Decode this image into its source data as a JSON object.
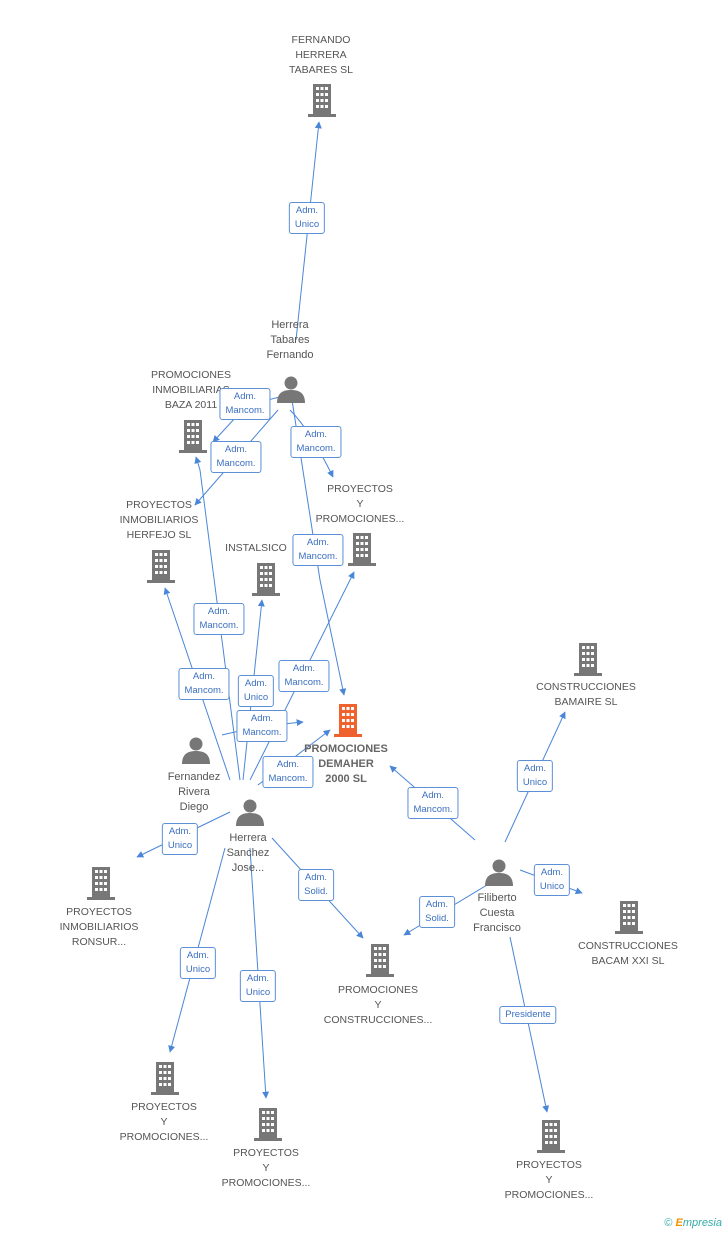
{
  "colors": {
    "edge": "#4a86d8",
    "company": "#777777",
    "main": "#f0622d",
    "person": "#777777"
  },
  "nodes": {
    "fernando_herrera_sl": {
      "label": "FERNANDO\nHERRERA\nTABARES SL",
      "icon": "building-icon"
    },
    "baza": {
      "label": "PROMOCIONES\nINMOBILIARIAS\nBAZA 2011",
      "icon": "building-icon"
    },
    "herfejo": {
      "label": "PROYECTOS\nINMOBILIARIOS\nHERFEJO SL",
      "icon": "building-icon"
    },
    "instalsico": {
      "label": "INSTALSICO",
      "icon": "building-icon"
    },
    "pyp_top": {
      "label": "PROYECTOS\nY\nPROMOCIONES...",
      "icon": "building-icon"
    },
    "demaher": {
      "label": "PROMOCIONES\nDEMAHER\n2000 SL",
      "icon": "building-icon"
    },
    "bamaire": {
      "label": "CONSTRUCCIONES\nBAMAIRE SL",
      "icon": "building-icon"
    },
    "bacam": {
      "label": "CONSTRUCCIONES\nBACAM XXI SL",
      "icon": "building-icon"
    },
    "ronsur": {
      "label": "PROYECTOS\nINMOBILIARIOS\nRONSUR...",
      "icon": "building-icon"
    },
    "pyc_mid": {
      "label": "PROMOCIONES\nY\nCONSTRUCCIONES...",
      "icon": "building-icon"
    },
    "pyp_bl": {
      "label": "PROYECTOS\nY\nPROMOCIONES...",
      "icon": "building-icon"
    },
    "pyp_bc": {
      "label": "PROYECTOS\nY\nPROMOCIONES...",
      "icon": "building-icon"
    },
    "pyp_br": {
      "label": "PROYECTOS\nY\nPROMOCIONES...",
      "icon": "building-icon"
    },
    "p_herrera_tabares": {
      "label": "Herrera\nTabares\nFernando",
      "icon": "person-icon"
    },
    "p_fernandez": {
      "label": "Fernandez\nRivera\nDiego",
      "icon": "person-icon"
    },
    "p_herrera_sanchez": {
      "label": "Herrera\nSanchez\nJose...",
      "icon": "person-icon"
    },
    "p_filiberto": {
      "label": "Filiberto\nCuesta\nFrancisco",
      "icon": "person-icon"
    }
  },
  "edges": {
    "e1": "Adm.\nUnico",
    "e2": "Adm.\nMancom.",
    "e3": "Adm.\nMancom.",
    "e4": "Adm.\nMancom.",
    "e5": "Adm.\nMancom.",
    "e6": "Adm.\nMancom.",
    "e7": "Adm.\nMancom.",
    "e8": "Adm.\nUnico",
    "e9": "Adm.\nMancom.",
    "e10": "Adm.\nMancom.",
    "e11": "Adm.\nMancom.",
    "e12": "Adm.\nUnico",
    "e13": "Adm.\nSolid.",
    "e14": "Adm.\nUnico",
    "e15": "Adm.\nUnico",
    "e16": "Adm.\nMancom.",
    "e17": "Adm.\nUnico",
    "e18": "Adm.\nUnico",
    "e19": "Adm.\nSolid.",
    "e20": "Presidente"
  },
  "footer": {
    "copyright": "©",
    "brand_e": "E",
    "brand_rest": "mpresia"
  }
}
